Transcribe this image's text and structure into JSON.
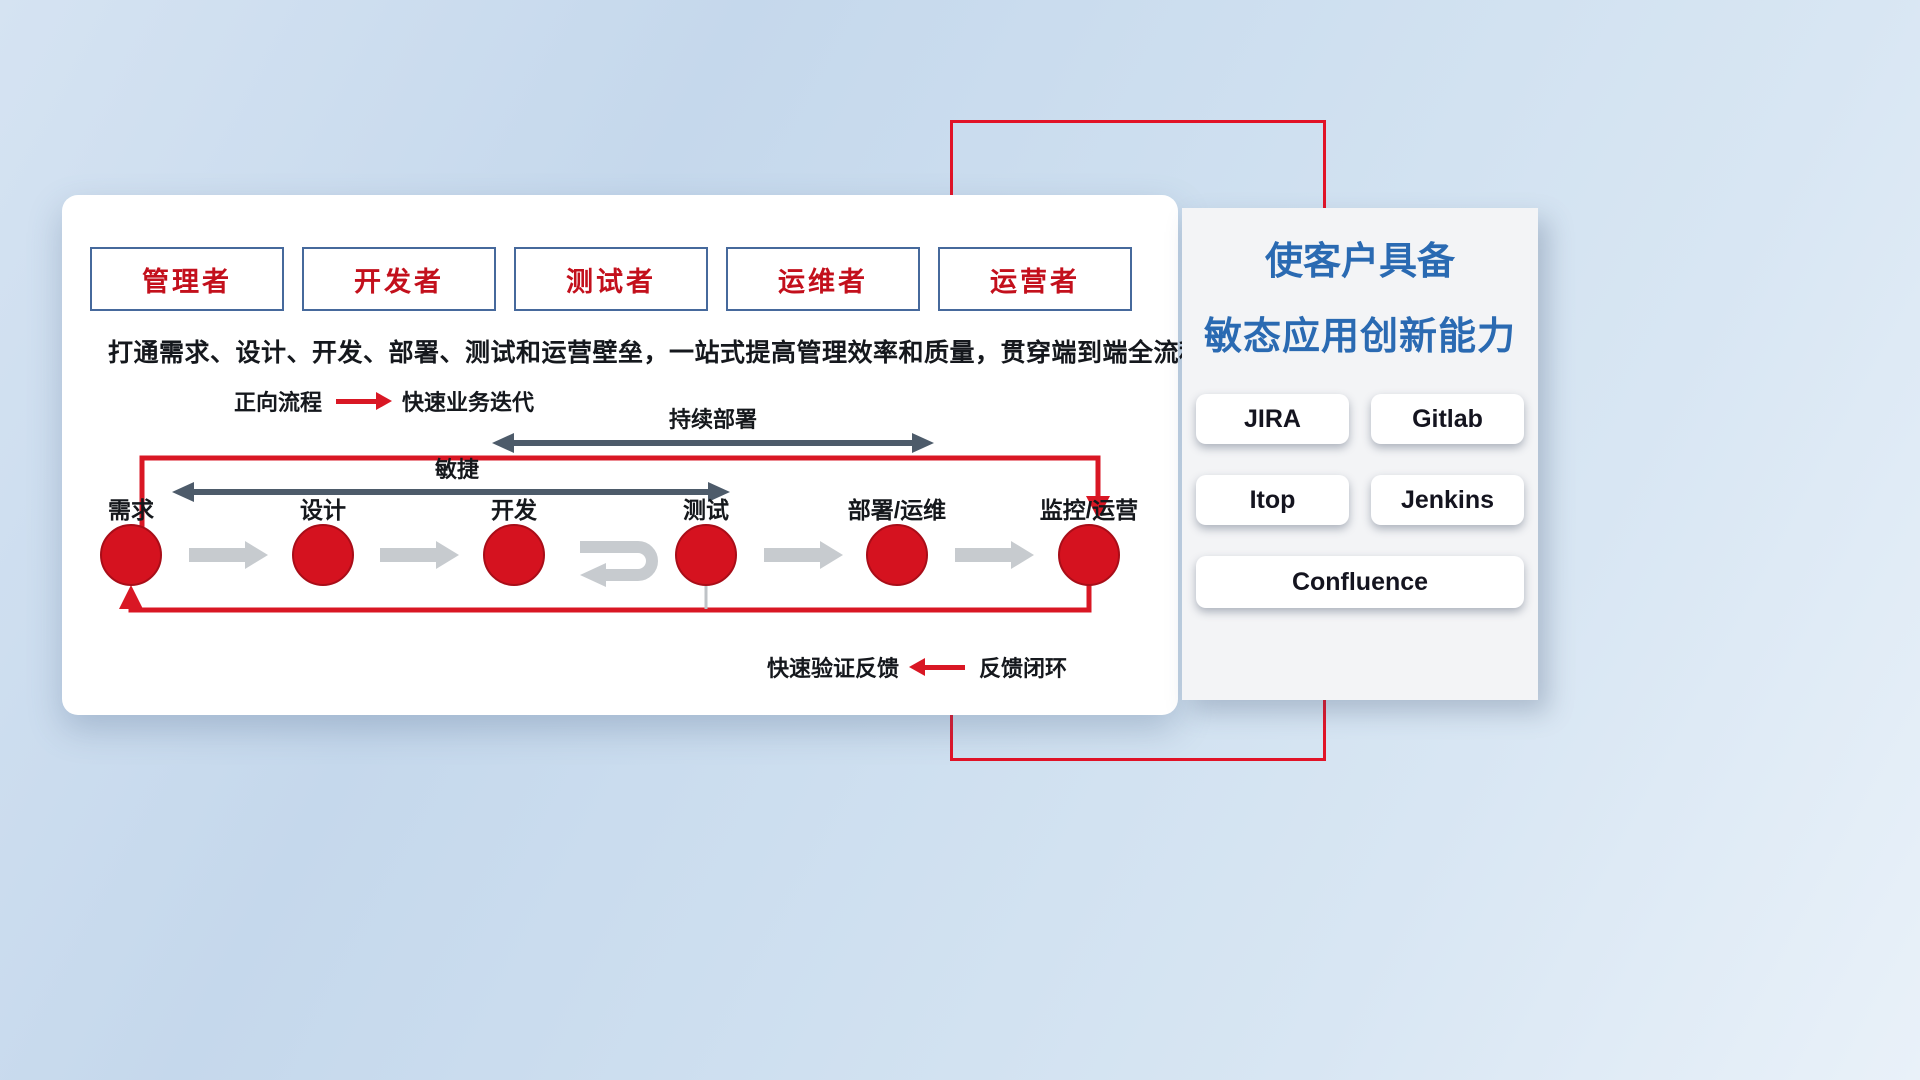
{
  "roles": [
    {
      "label": "管理者"
    },
    {
      "label": "开发者"
    },
    {
      "label": "测试者"
    },
    {
      "label": "运维者"
    },
    {
      "label": "运营者"
    }
  ],
  "subtitle": "打通需求、设计、开发、部署、测试和运营壁垒，一站式提高管理效率和质量，贯穿端到端全流程",
  "legends": {
    "forward": {
      "label": "正向流程",
      "desc": "快速业务迭代"
    },
    "feedback": {
      "label": "快速验证反馈",
      "desc": "反馈闭环"
    }
  },
  "flow": {
    "stages": [
      "需求",
      "设计",
      "开发",
      "测试",
      "部署/运维",
      "监控/运营"
    ],
    "span_arrows": {
      "agile": "敏捷",
      "continuous_deploy": "持续部署"
    }
  },
  "panel": {
    "title_line1": "使客户具备",
    "title_line2": "敏态应用创新能力",
    "tools": [
      "JIRA",
      "Gitlab",
      "Itop",
      "Jenkins",
      "Confluence"
    ]
  },
  "colors": {
    "accent_red": "#d91724",
    "frame_red": "#e11327",
    "title_blue": "#2a6ab2",
    "role_text_red": "#c3101c",
    "role_border_blue": "#46699c",
    "span_arrow_dark": "#4d5b6a",
    "flow_arrow_gray": "#c7cbcf",
    "circle_red": "#d5121f"
  }
}
